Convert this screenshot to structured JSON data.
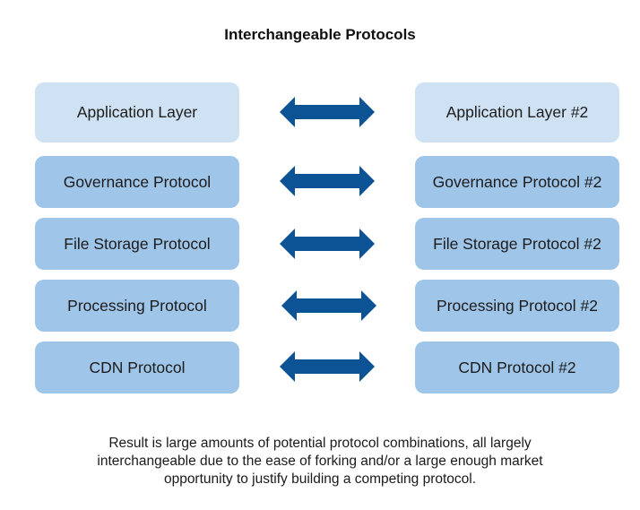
{
  "title": "Interchangeable Protocols",
  "colors": {
    "top_box": "#cfe2f3",
    "protocol_box": "#9fc5e8",
    "arrow": "#0b5394"
  },
  "rows": [
    {
      "left": "Application Layer",
      "right": "Application Layer #2",
      "arrow_icon": "double-arrow-icon"
    },
    {
      "left": "Governance Protocol",
      "right": "Governance Protocol #2",
      "arrow_icon": "double-arrow-icon"
    },
    {
      "left": "File Storage Protocol",
      "right": "File Storage Protocol #2",
      "arrow_icon": "double-arrow-icon"
    },
    {
      "left": "Processing Protocol",
      "right": "Processing Protocol #2",
      "arrow_icon": "double-arrow-icon"
    },
    {
      "left": "CDN Protocol",
      "right": "CDN Protocol #2",
      "arrow_icon": "double-arrow-icon"
    }
  ],
  "caption": {
    "lines": [
      "Result is large amounts of potential protocol combinations, all largely",
      "interchangeable due to the ease of forking and/or a large enough market",
      "opportunity to justify building a competing protocol."
    ]
  }
}
